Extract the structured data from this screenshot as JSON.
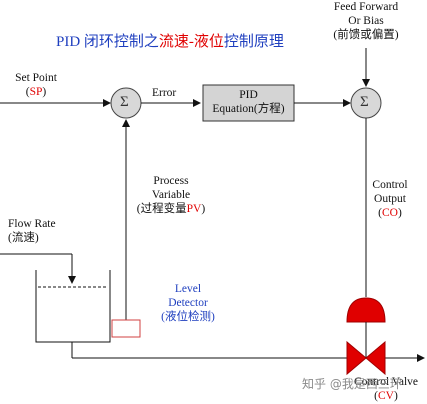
{
  "title": {
    "part1": "PID 闭环控制之",
    "part2": "流速-液位",
    "part3": "控制原理"
  },
  "sigma_symbol": "Σ",
  "labels": {
    "set_point": "Set Point",
    "sp": "SP",
    "error": "Error",
    "pid_line1": "PID",
    "pid_line2": "Equation(方程)",
    "feed_forward_line1": "Feed Forward",
    "feed_forward_line2": "Or Bias",
    "feed_forward_line3": "(前馈或偏置)",
    "process_variable_line1": "Process",
    "process_variable_line2": "Variable",
    "process_variable_line3_prefix": "(过程变量",
    "pv": "PV",
    "control_output_line1": "Control",
    "control_output_line2": "Output",
    "co": "CO",
    "flow_rate_line1": "Flow Rate",
    "flow_rate_line2": "(流速)",
    "level_detector_line1": "Level",
    "level_detector_line2": "Detector",
    "level_detector_line3": "(液位检测)",
    "control_valve": "Control Valve",
    "cv": "CV"
  },
  "watermark": "知乎 @我是西三环",
  "colors": {
    "accent_red": "#e00000",
    "accent_blue": "#1f3fbf",
    "sigma_fill": "#d8d8d8",
    "pid_box_fill": "#d4d4d4",
    "valve_red": "#e00000",
    "detector_red": "#d04040"
  }
}
